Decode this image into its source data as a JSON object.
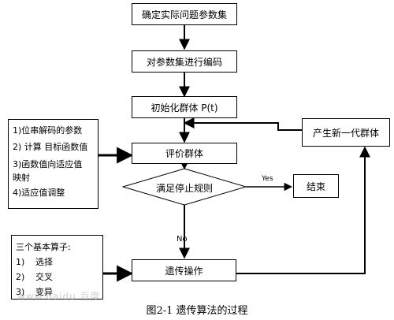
{
  "boxes": {
    "define": "确定实际问题参数集",
    "encode": "对参数集进行编码",
    "init": "初始化群体 P(t)",
    "evaluate": "评价群体",
    "decision": "满足停止规则",
    "end": "结束",
    "operate": "遗传操作",
    "new_gen": "产生新一代群体"
  },
  "edges": {
    "yes": "Yes",
    "no": "No"
  },
  "eval_notes": {
    "line1": "1)位串解码的参数",
    "line2": "2) 计算 目标函数值",
    "line3": "3)函数值向适应值",
    "line3b": "映射",
    "line4": "4)适应值调整"
  },
  "operators": {
    "title": "三个基本算子:",
    "items": [
      {
        "num": "1)",
        "name": "选择"
      },
      {
        "num": "2)",
        "name": "交叉"
      },
      {
        "num": "3)",
        "name": "变异"
      }
    ]
  },
  "watermark": "www.baidu 百度",
  "caption": "图2-1  遗传算法的过程"
}
